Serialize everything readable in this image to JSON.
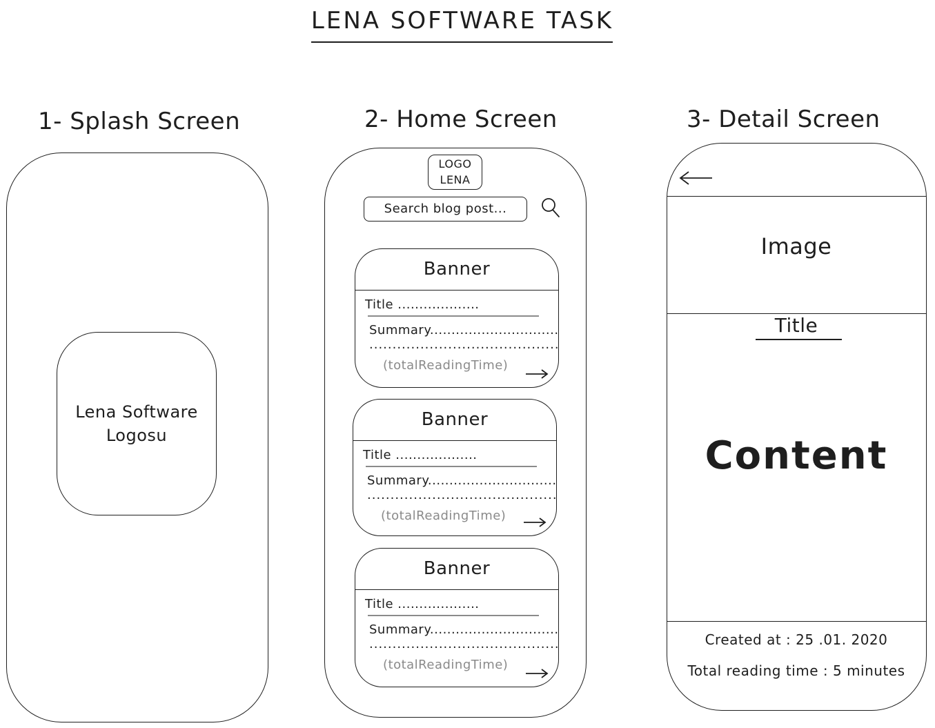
{
  "header": {
    "title": "LENA SOFTWARE TASK"
  },
  "splash": {
    "heading": "1- Splash Screen",
    "logo_text": "Lena Software\nLogosu"
  },
  "home": {
    "heading": "2- Home Screen",
    "logo_text": "LOGO\nLENA",
    "search_placeholder": "Search blog post...",
    "cards": [
      {
        "banner": "Banner",
        "title": "Title ...................",
        "summary": "Summary..............................",
        "dots": "...........................................",
        "time": "(totalReadingTime)"
      },
      {
        "banner": "Banner",
        "title": "Title ...................",
        "summary": "Summary..............................",
        "dots": "...........................................",
        "time": "(totalReadingTime)"
      },
      {
        "banner": "Banner",
        "title": "Title ...................",
        "summary": "Summary..............................",
        "dots": "...........................................",
        "time": "(totalReadingTime)"
      }
    ]
  },
  "detail": {
    "heading": "3- Detail Screen",
    "image_label": "Image",
    "title_label": "Title",
    "content_label": "Content",
    "created_at": "Created at : 25 .01. 2020",
    "reading_time": "Total reading time : 5 minutes"
  }
}
